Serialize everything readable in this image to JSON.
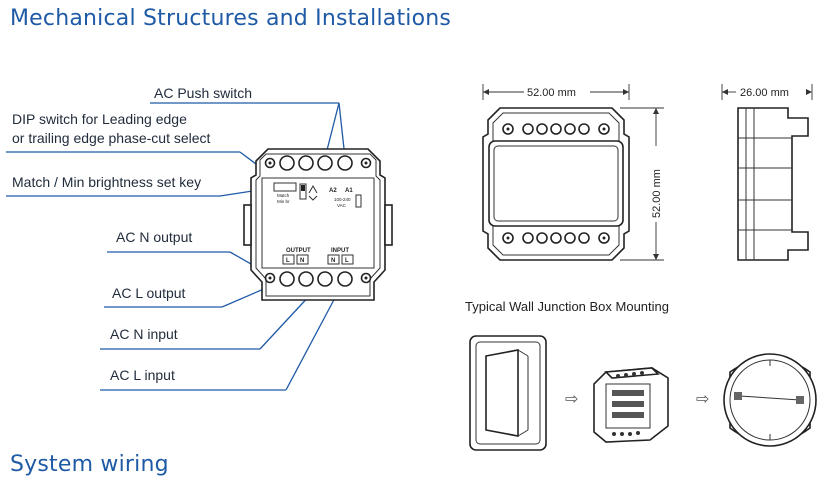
{
  "headings": {
    "title": "Mechanical Structures and Installations",
    "subtitle": "System wiring"
  },
  "callouts": {
    "ac_push_switch": "AC Push switch",
    "dip_switch_line1": "DIP switch for Leading edge",
    "dip_switch_line2": "or trailing edge phase-cut select",
    "match_key": "Match / Min brightness set key",
    "ac_n_output": "AC N output",
    "ac_l_output": "AC L output",
    "ac_n_input": "AC N input",
    "ac_l_input": "AC L input"
  },
  "device_labels": {
    "output": "OUTPUT",
    "input": "INPUT",
    "l": "L",
    "n": "N",
    "a2": "A2",
    "a1": "A1",
    "voltage": "100-240",
    "vac": "VAC",
    "match": "Match",
    "min_br": "Min br"
  },
  "dimensions": {
    "width": "52.00 mm",
    "height": "52.00 mm",
    "depth": "26.00 mm"
  },
  "mounting": {
    "label": "Typical Wall Junction Box Mounting",
    "arrow": "⇨"
  },
  "colors": {
    "heading": "#1f5aa6",
    "callout_line": "#1f5aa6",
    "outline": "#222222"
  }
}
